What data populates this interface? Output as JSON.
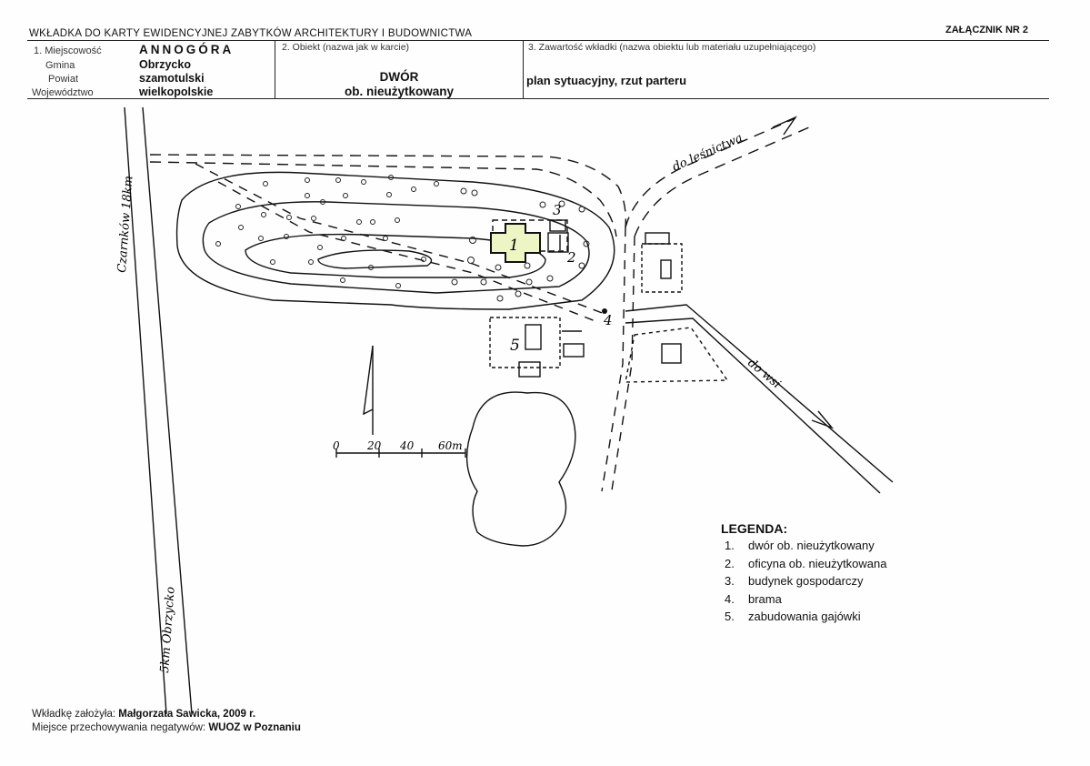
{
  "header": {
    "title": "WKŁADKA DO KARTY EWIDENCYJNEJ ZABYTKÓW ARCHITEKTURY I BUDOWNICTWA",
    "annex": "ZAŁĄCZNIK NR 2"
  },
  "location": {
    "heading": "1. Miejscowość",
    "locality_value": "ANNOGÓRA",
    "commune_label": "Gmina",
    "commune_value": "Obrzycko",
    "district_label": "Powiat",
    "district_value": "szamotulski",
    "voivodeship_label": "Województwo",
    "voivodeship_value": "wielkopolskie"
  },
  "object": {
    "heading": "2. Obiekt (nazwa jak w karcie)",
    "name": "DWÓR",
    "status": "ob. nieużytkowany"
  },
  "contents": {
    "heading": "3. Zawartość wkładki (nazwa obiektu lub materiału uzupełniającego)",
    "value": "plan sytuacyjny, rzut parteru"
  },
  "map": {
    "road_west_label": "Czarnków 18km",
    "road_south_label": "5km Obrzycko",
    "road_ne_label": "do leśnictwa",
    "road_se_label": "do wsi",
    "scale_labels": [
      "0",
      "20",
      "40",
      "60m"
    ],
    "building_numbers": [
      "1",
      "2",
      "3",
      "4",
      "5"
    ],
    "manor_fill": "#eef5c4"
  },
  "legend": {
    "title": "LEGENDA:",
    "items": [
      {
        "num": "1.",
        "text": "dwór ob. nieużytkowany"
      },
      {
        "num": "2.",
        "text": "oficyna ob. nieużytkowana"
      },
      {
        "num": "3.",
        "text": "budynek gospodarczy"
      },
      {
        "num": "4.",
        "text": "brama"
      },
      {
        "num": "5.",
        "text": "zabudowania gajówki"
      }
    ]
  },
  "footer": {
    "author_label": "Wkładkę założyła:",
    "author_value": "Małgorzata Sawicka, 2009 r.",
    "negatives_label": "Miejsce przechowywania negatywów:",
    "negatives_value": "WUOZ w Poznaniu"
  }
}
